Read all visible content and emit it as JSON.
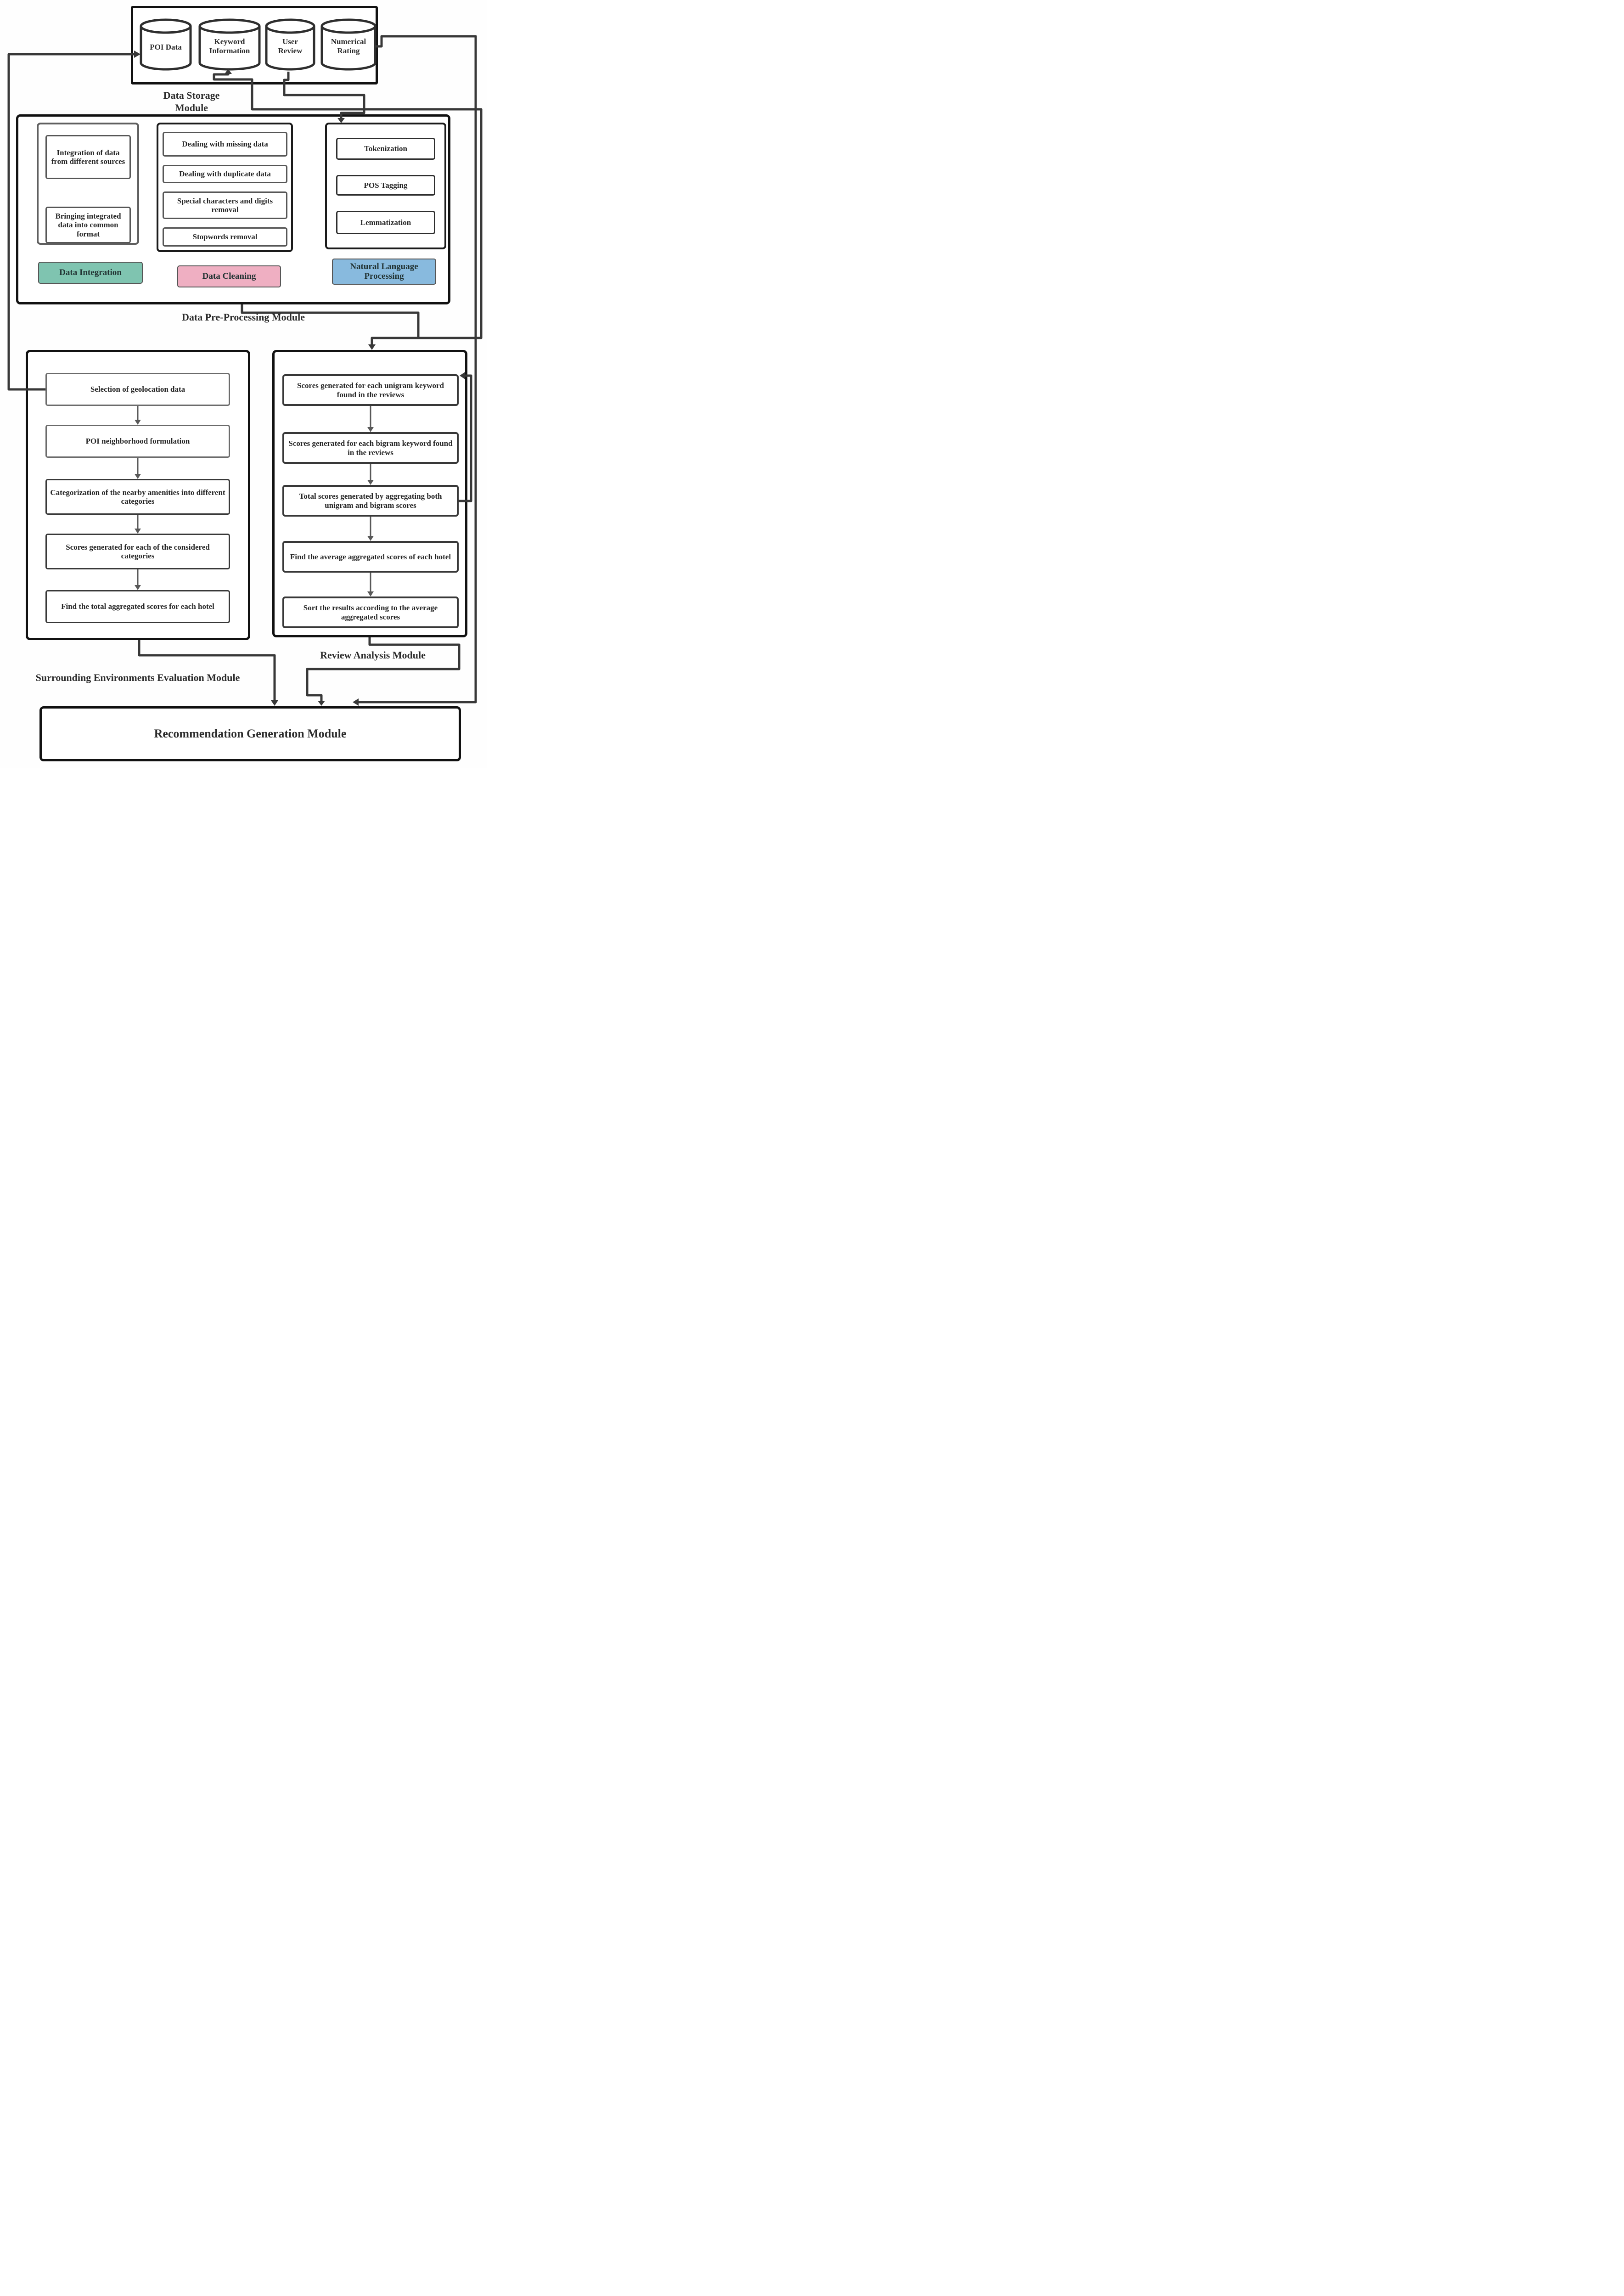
{
  "diagram": {
    "storage": {
      "title": "Data Storage Module",
      "cylinders": [
        "POI Data",
        "Keyword Information",
        "User Review",
        "Numerical Rating"
      ]
    },
    "preprocessing": {
      "title": "Data Pre-Processing Module",
      "integration": {
        "label": "Data Integration",
        "color": "#7fc4b0",
        "steps": [
          "Integration of data from different sources",
          "Bringing integrated data into common format"
        ]
      },
      "cleaning": {
        "label": "Data Cleaning",
        "color": "#efafc2",
        "steps": [
          "Dealing with missing data",
          "Dealing with duplicate data",
          "Special characters and digits removal",
          "Stopwords removal"
        ]
      },
      "nlp": {
        "label": "Natural Language Processing",
        "color": "#88bade",
        "steps": [
          "Tokenization",
          "POS Tagging",
          "Lemmatization"
        ]
      }
    },
    "surrounding": {
      "title": "Surrounding Environments Evaluation Module",
      "steps": [
        "Selection of geolocation data",
        "POI neighborhood formulation",
        "Categorization of the nearby amenities into different categories",
        "Scores generated  for each of the considered categories",
        "Find the total aggregated scores for each hotel"
      ]
    },
    "review": {
      "title": "Review Analysis Module",
      "steps": [
        "Scores generated for each unigram keyword found in the reviews",
        "Scores generated for each bigram keyword found in the reviews",
        "Total scores generated by aggregating both unigram and bigram scores",
        "Find the average aggregated scores of each hotel",
        "Sort the results according to the average aggregated scores"
      ]
    },
    "recommendation": {
      "title": "Recommendation Generation Module"
    }
  }
}
